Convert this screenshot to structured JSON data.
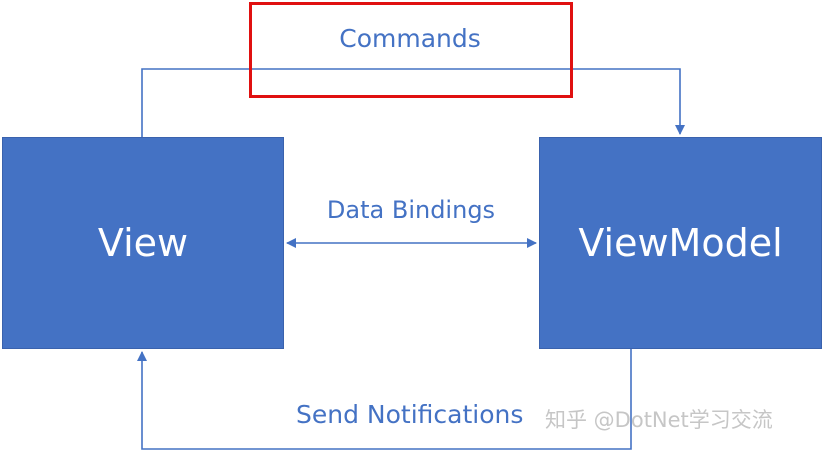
{
  "diagram": {
    "nodes": {
      "view": "View",
      "viewmodel": "ViewModel"
    },
    "edges": {
      "commands": "Commands",
      "data_bindings": "Data Bindings",
      "send_notifications": "Send Notifications"
    },
    "highlight": "Commands"
  },
  "watermark": "知乎 @DotNet学习交流",
  "colors": {
    "box_fill": "#4472c4",
    "line": "#4472c4",
    "label_text": "#4472c4",
    "highlight_border": "#e01010",
    "watermark": "#c6c6c6"
  }
}
